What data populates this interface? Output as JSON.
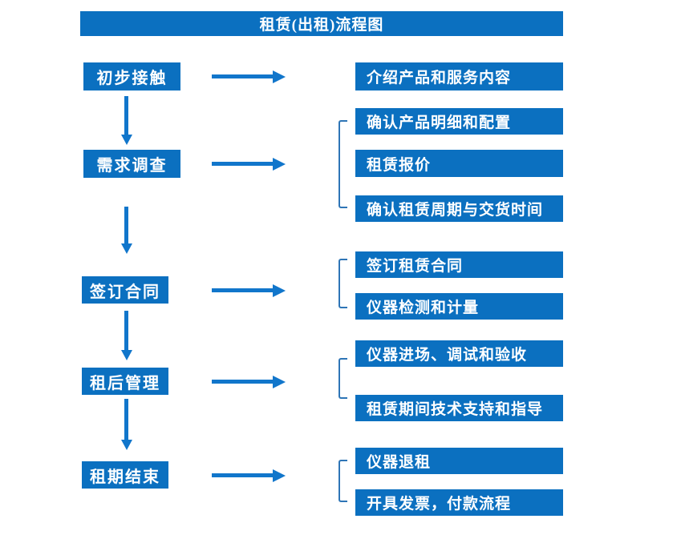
{
  "title": "租赁(出租)流程图",
  "colors": {
    "box_blue": "#0b70c0",
    "arrow_blue": "#1176cb",
    "bracket_blue": "#2e75b6",
    "text_white": "#ffffff"
  },
  "steps": [
    {
      "label": "初步接触",
      "details": [
        "介绍产品和服务内容"
      ]
    },
    {
      "label": "需求调查",
      "details": [
        "确认产品明细和配置",
        "租赁报价",
        "确认租赁周期与交货时间"
      ]
    },
    {
      "label": "签订合同",
      "details": [
        "签订租赁合同",
        "仪器检测和计量"
      ]
    },
    {
      "label": "租后管理",
      "details": [
        "仪器进场、调试和验收",
        "租赁期间技术支持和指导"
      ]
    },
    {
      "label": "租期结束",
      "details": [
        "仪器退租",
        "开具发票，付款流程"
      ]
    }
  ]
}
